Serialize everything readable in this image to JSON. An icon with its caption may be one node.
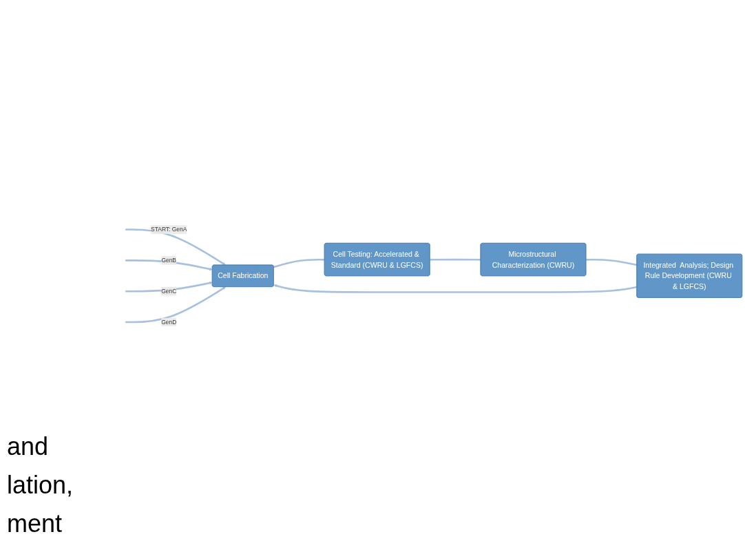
{
  "diagram": {
    "nodes": [
      {
        "text": [
          "Cell Fabrication"
        ]
      },
      {
        "text": [
          "Cell Testing: Accelerated & Standard (CWRU & LGFCS)"
        ]
      },
      {
        "text": [
          "Microstructural Characterization (CWRU)"
        ]
      },
      {
        "text": [
          "Integrated  Analysis; Design Rule Development (CWRU & LGFCS)"
        ]
      }
    ],
    "edges": [
      {
        "from": 0,
        "to": 1,
        "arrow": "none"
      },
      {
        "from": 1,
        "to": 2,
        "arrow": "none"
      },
      {
        "from": 2,
        "to": 3,
        "arrow": "none"
      },
      {
        "from": 3,
        "to": 0,
        "arrow": "to"
      },
      {
        "from": null,
        "to": 0,
        "arrow": "to",
        "label": "START: GenA"
      },
      {
        "from": null,
        "to": 0,
        "arrow": "to",
        "label": "GenB"
      },
      {
        "from": null,
        "to": 0,
        "arrow": "to",
        "label": "GenC"
      },
      {
        "from": null,
        "to": 0,
        "arrow": "to",
        "label": "GenD"
      }
    ],
    "labels": [
      "and",
      "lation,",
      "ment"
    ]
  }
}
